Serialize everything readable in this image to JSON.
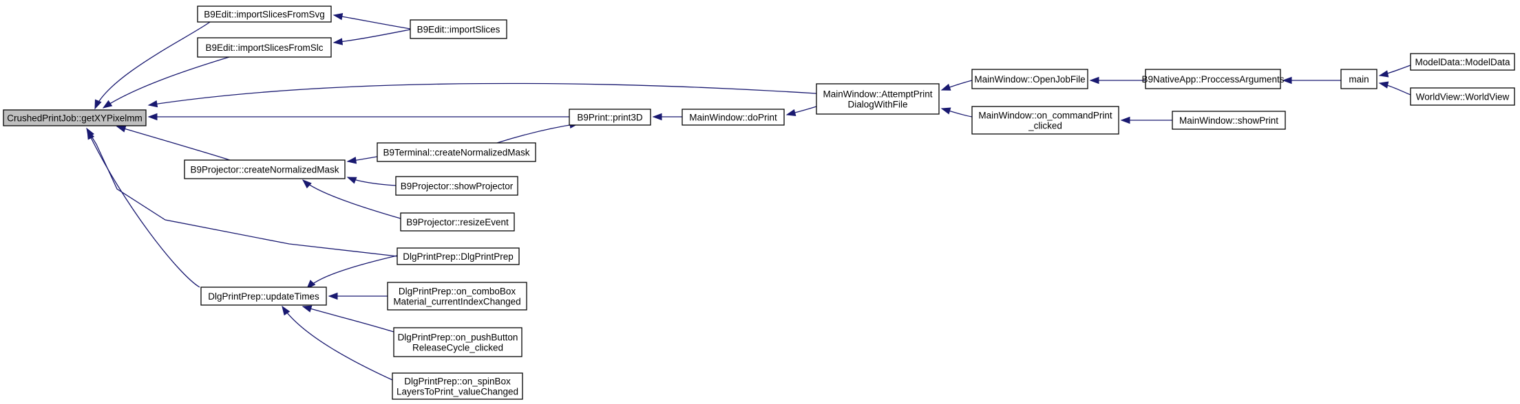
{
  "graph": {
    "nodes": [
      {
        "id": "root",
        "lines": [
          "CrushedPrintJob::getXYPixelmm"
        ]
      },
      {
        "id": "importSvg",
        "lines": [
          "B9Edit::importSlicesFromSvg"
        ]
      },
      {
        "id": "importSlc",
        "lines": [
          "B9Edit::importSlicesFromSlc"
        ]
      },
      {
        "id": "importSlices",
        "lines": [
          "B9Edit::importSlices"
        ]
      },
      {
        "id": "attempt",
        "lines": [
          "MainWindow::AttemptPrint",
          "DialogWithFile"
        ]
      },
      {
        "id": "print3d",
        "lines": [
          "B9Print::print3D"
        ]
      },
      {
        "id": "doPrint",
        "lines": [
          "MainWindow::doPrint"
        ]
      },
      {
        "id": "openJob",
        "lines": [
          "MainWindow::OpenJobFile"
        ]
      },
      {
        "id": "onCmdPrint",
        "lines": [
          "MainWindow::on_commandPrint",
          "_clicked"
        ]
      },
      {
        "id": "proccess",
        "lines": [
          "B9NativeApp::ProccessArguments"
        ]
      },
      {
        "id": "main",
        "lines": [
          "main"
        ]
      },
      {
        "id": "modelData",
        "lines": [
          "ModelData::ModelData"
        ]
      },
      {
        "id": "worldView",
        "lines": [
          "WorldView::WorldView"
        ]
      },
      {
        "id": "showPrint",
        "lines": [
          "MainWindow::showPrint"
        ]
      },
      {
        "id": "termMask",
        "lines": [
          "B9Terminal::createNormalizedMask"
        ]
      },
      {
        "id": "projMask",
        "lines": [
          "B9Projector::createNormalizedMask"
        ]
      },
      {
        "id": "showProj",
        "lines": [
          "B9Projector::showProjector"
        ]
      },
      {
        "id": "resizeEv",
        "lines": [
          "B9Projector::resizeEvent"
        ]
      },
      {
        "id": "dlgPrep",
        "lines": [
          "DlgPrintPrep::DlgPrintPrep"
        ]
      },
      {
        "id": "updTimes",
        "lines": [
          "DlgPrintPrep::updateTimes"
        ]
      },
      {
        "id": "comboBox",
        "lines": [
          "DlgPrintPrep::on_comboBox",
          "Material_currentIndexChanged"
        ]
      },
      {
        "id": "pushBtn",
        "lines": [
          "DlgPrintPrep::on_pushButton",
          "ReleaseCycle_clicked"
        ]
      },
      {
        "id": "spinBox",
        "lines": [
          "DlgPrintPrep::on_spinBox",
          "LayersToPrint_valueChanged"
        ]
      }
    ],
    "edges": [
      {
        "from": "importSvg",
        "to": "root"
      },
      {
        "from": "importSlc",
        "to": "root"
      },
      {
        "from": "attempt",
        "to": "root"
      },
      {
        "from": "print3d",
        "to": "root"
      },
      {
        "from": "projMask",
        "to": "root"
      },
      {
        "from": "dlgPrep",
        "to": "root"
      },
      {
        "from": "updTimes",
        "to": "root"
      },
      {
        "from": "importSlices",
        "to": "importSvg"
      },
      {
        "from": "importSlices",
        "to": "importSlc"
      },
      {
        "from": "openJob",
        "to": "attempt"
      },
      {
        "from": "onCmdPrint",
        "to": "attempt"
      },
      {
        "from": "doPrint",
        "to": "print3d"
      },
      {
        "from": "termMask",
        "to": "print3d"
      },
      {
        "from": "attempt",
        "to": "doPrint"
      },
      {
        "from": "proccess",
        "to": "openJob"
      },
      {
        "from": "main",
        "to": "proccess"
      },
      {
        "from": "modelData",
        "to": "main"
      },
      {
        "from": "worldView",
        "to": "main"
      },
      {
        "from": "showPrint",
        "to": "onCmdPrint"
      },
      {
        "from": "termMask",
        "to": "projMask"
      },
      {
        "from": "showProj",
        "to": "projMask"
      },
      {
        "from": "resizeEv",
        "to": "projMask"
      },
      {
        "from": "dlgPrep",
        "to": "updTimes"
      },
      {
        "from": "comboBox",
        "to": "updTimes"
      },
      {
        "from": "pushBtn",
        "to": "updTimes"
      },
      {
        "from": "spinBox",
        "to": "updTimes"
      }
    ]
  },
  "colors": {
    "edge": "#191970",
    "root_fill": "#bfbfbf",
    "node_fill": "#ffffff",
    "node_border": "#000000"
  }
}
